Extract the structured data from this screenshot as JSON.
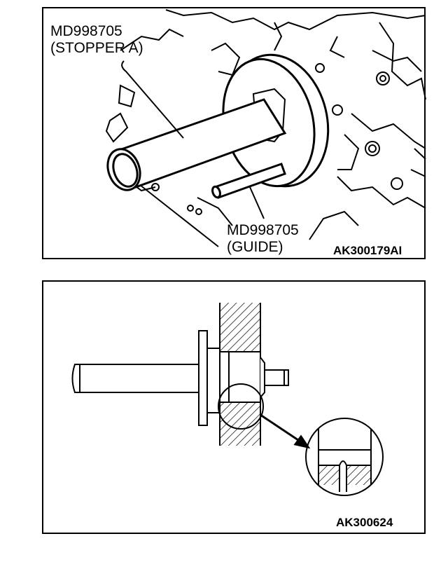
{
  "top_figure": {
    "callouts": [
      {
        "part_number": "MD998705",
        "name": "(STOPPER A)"
      },
      {
        "part_number": "MD998705",
        "name": "(GUIDE)"
      }
    ],
    "figure_code": "AK300179AI"
  },
  "bottom_figure": {
    "figure_code": "AK300624"
  }
}
